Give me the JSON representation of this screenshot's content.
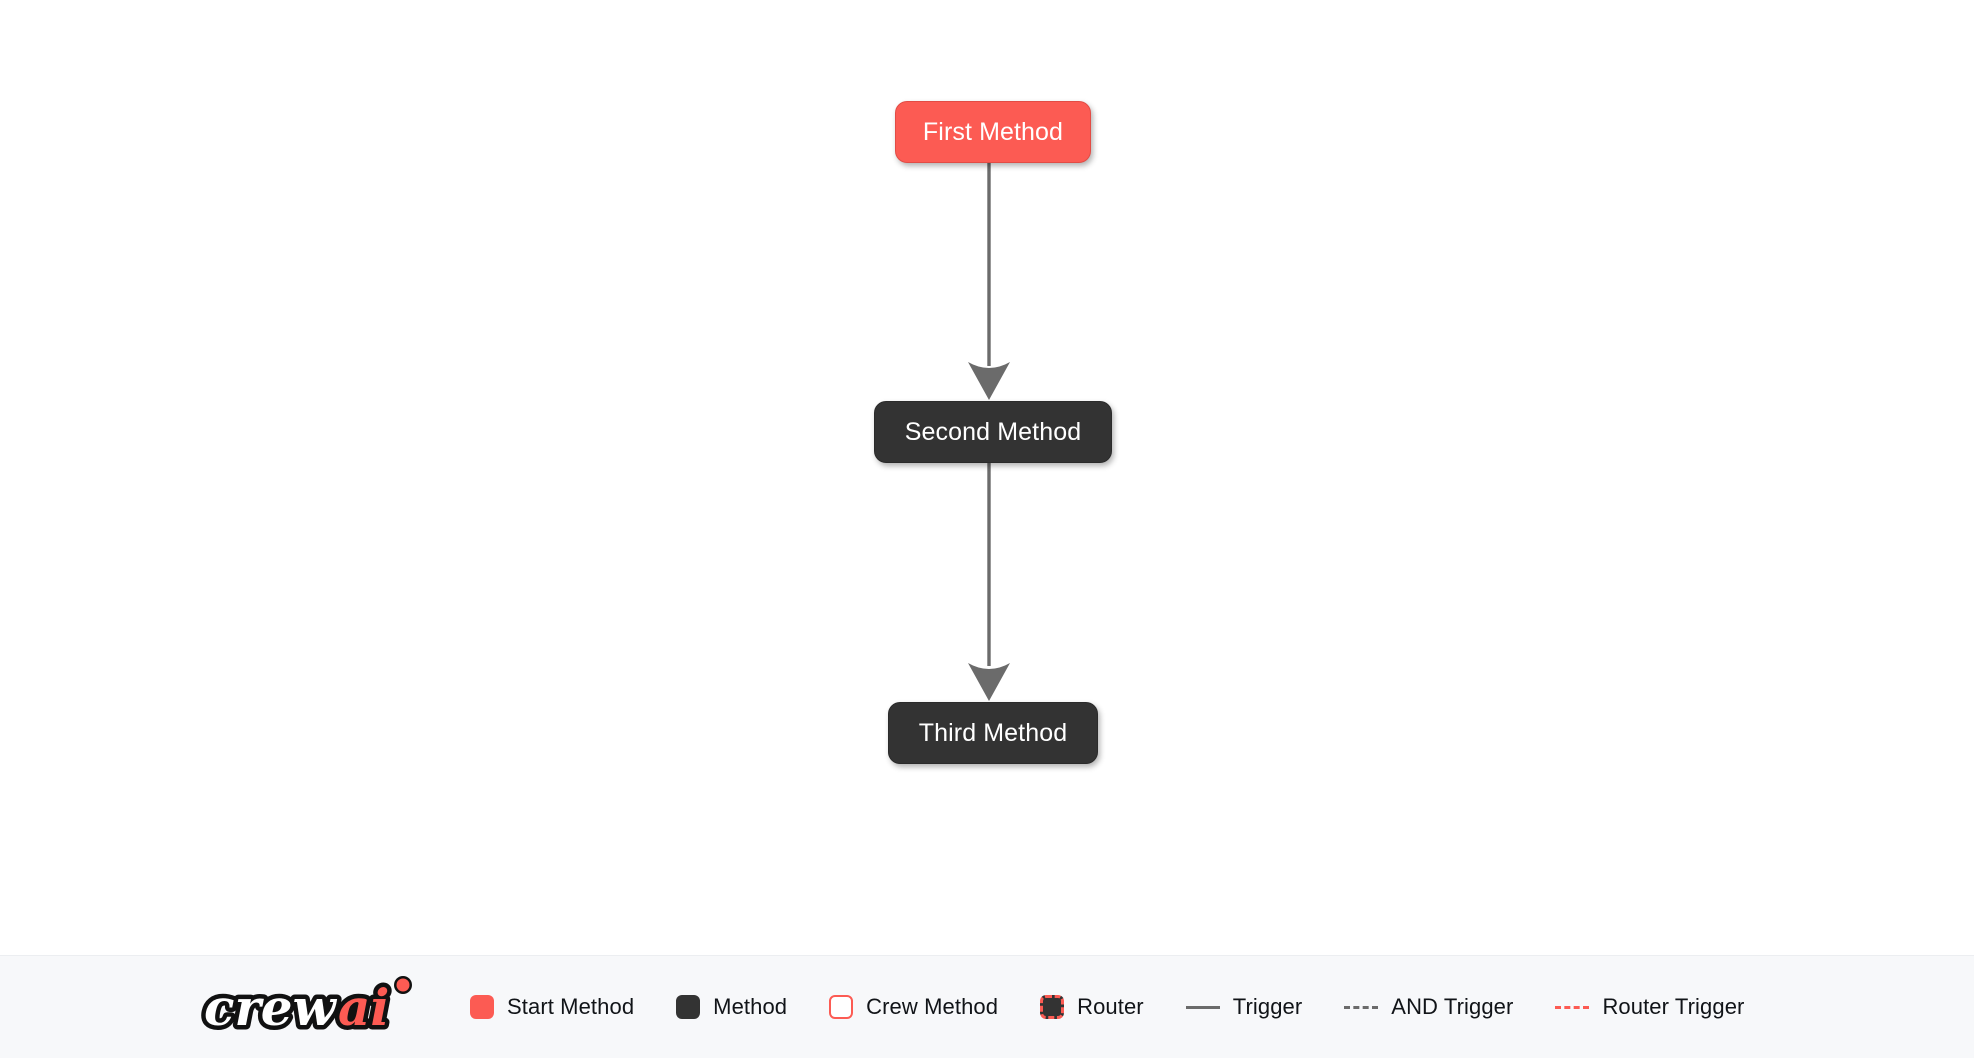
{
  "canvas": {
    "background_color": "#ffffff",
    "nodes": [
      {
        "id": "first",
        "label": "First Method",
        "type": "start-method",
        "color": "#fc5b53"
      },
      {
        "id": "second",
        "label": "Second Method",
        "type": "method",
        "color": "#333333"
      },
      {
        "id": "third",
        "label": "Third Method",
        "type": "method",
        "color": "#333333"
      }
    ],
    "edges": [
      {
        "from": "first",
        "to": "second",
        "style": "solid",
        "color": "#6b6b6b",
        "kind": "trigger"
      },
      {
        "from": "second",
        "to": "third",
        "style": "solid",
        "color": "#6b6b6b",
        "kind": "trigger"
      }
    ]
  },
  "legend": {
    "brand": {
      "name": "crewai",
      "word_dark": "crew",
      "word_accent": "ai",
      "accent_color": "#fc5b53"
    },
    "items": [
      {
        "label": "Start Method",
        "swatch": "start-method",
        "kind": "box",
        "color": "#fc5b53"
      },
      {
        "label": "Method",
        "swatch": "method",
        "kind": "box",
        "color": "#333333"
      },
      {
        "label": "Crew Method",
        "swatch": "crew-method",
        "kind": "box",
        "color": "#fc5b53"
      },
      {
        "label": "Router",
        "swatch": "router",
        "kind": "box",
        "color": "#fc5b53"
      },
      {
        "label": "Trigger",
        "swatch": "trigger",
        "kind": "line",
        "color": "#6b6b6b"
      },
      {
        "label": "AND Trigger",
        "swatch": "and-trigger",
        "kind": "line",
        "color": "#6b6b6b"
      },
      {
        "label": "Router Trigger",
        "swatch": "router-trigger",
        "kind": "line",
        "color": "#fc5b53"
      }
    ]
  }
}
